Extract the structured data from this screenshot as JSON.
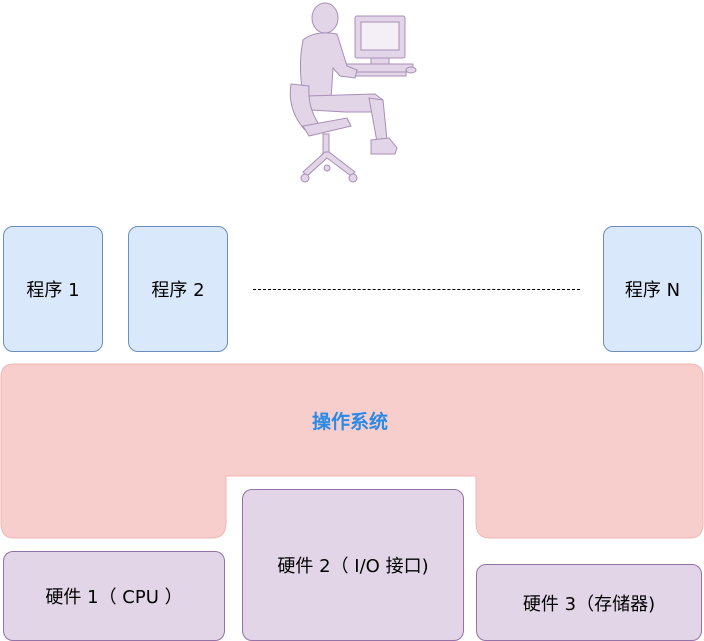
{
  "programs": {
    "p1": "程序 1",
    "p2": "程序 2",
    "pn": "程序 N"
  },
  "os": {
    "label": "操作系统"
  },
  "hardware": {
    "hw1": "硬件 1（ CPU ）",
    "hw2": "硬件 2（ I/O 接口)",
    "hw3": "硬件 3（存储器)"
  },
  "colors": {
    "program_fill": "#dae8fc",
    "program_stroke": "#6c8ebf",
    "os_fill": "#f8cecc",
    "os_text": "#2a8ae8",
    "hardware_fill": "#e1d5e7",
    "hardware_stroke": "#9673a6",
    "user_icon": "#e1d5e7"
  },
  "icons": {
    "user": "user-at-computer-icon"
  }
}
